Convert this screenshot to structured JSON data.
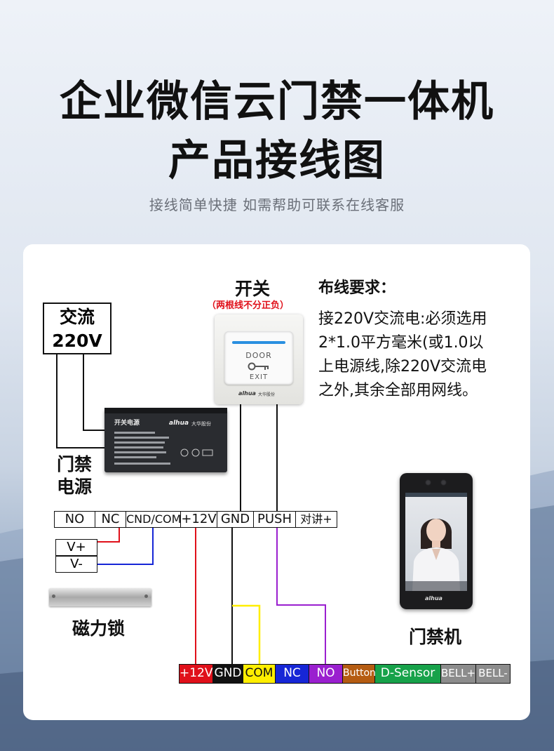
{
  "header": {
    "title_line1": "企业微信云门禁一体机",
    "title_line2": "产品接线图",
    "subtitle": "接线简单快捷  如需帮助可联系在线客服"
  },
  "diagram": {
    "ac_label_1": "交流",
    "ac_label_2": "220V",
    "psu_label_1": "门禁",
    "psu_label_2": "电源",
    "psu_brand": "alhua",
    "psu_title": "开关电源",
    "psu_brand_cn": "大华股份",
    "switch_title": "开关",
    "switch_note": "（两根线不分正负）",
    "switch_door": "DOOR",
    "switch_exit": "EXIT",
    "switch_brand": "alhua",
    "switch_brand_cn": "大华股份",
    "wiring_title": "布线要求：",
    "wiring_lines": [
      "接220V交流电:必须选用",
      "2*1.0平方毫米(或1.0以",
      "上电源线,除220V交流电",
      "之外,其余全部用网线。"
    ],
    "top_terminals": [
      "NO",
      "NC",
      "CND/COM",
      "+12V",
      "GND",
      "PUSH",
      "对讲+"
    ],
    "vplus": "V+",
    "vminus": "V-",
    "lock_label": "磁力锁",
    "device_label": "门禁机",
    "device_brand": "alhua",
    "bottom_terminals": [
      {
        "label": "+12V",
        "bg": "#e0101a",
        "fg": "#ffffff"
      },
      {
        "label": "GND",
        "bg": "#111111",
        "fg": "#ffffff"
      },
      {
        "label": "COM",
        "bg": "#ffee00",
        "fg": "#111111"
      },
      {
        "label": "NC",
        "bg": "#1626d6",
        "fg": "#ffffff"
      },
      {
        "label": "NO",
        "bg": "#9a1fcf",
        "fg": "#ffffff"
      },
      {
        "label": "Button",
        "bg": "#b55c12",
        "fg": "#ffffff"
      },
      {
        "label": "D-Sensor",
        "bg": "#17a24a",
        "fg": "#ffffff"
      },
      {
        "label": "BELL+",
        "bg": "#8c8c8c",
        "fg": "#ffffff"
      },
      {
        "label": "BELL-",
        "bg": "#8c8c8c",
        "fg": "#ffffff"
      }
    ],
    "wire_colors": {
      "red": "#e0101a",
      "blue": "#1626d6",
      "yellow": "#ffee00",
      "purple": "#9a1fcf",
      "black": "#111111"
    }
  }
}
